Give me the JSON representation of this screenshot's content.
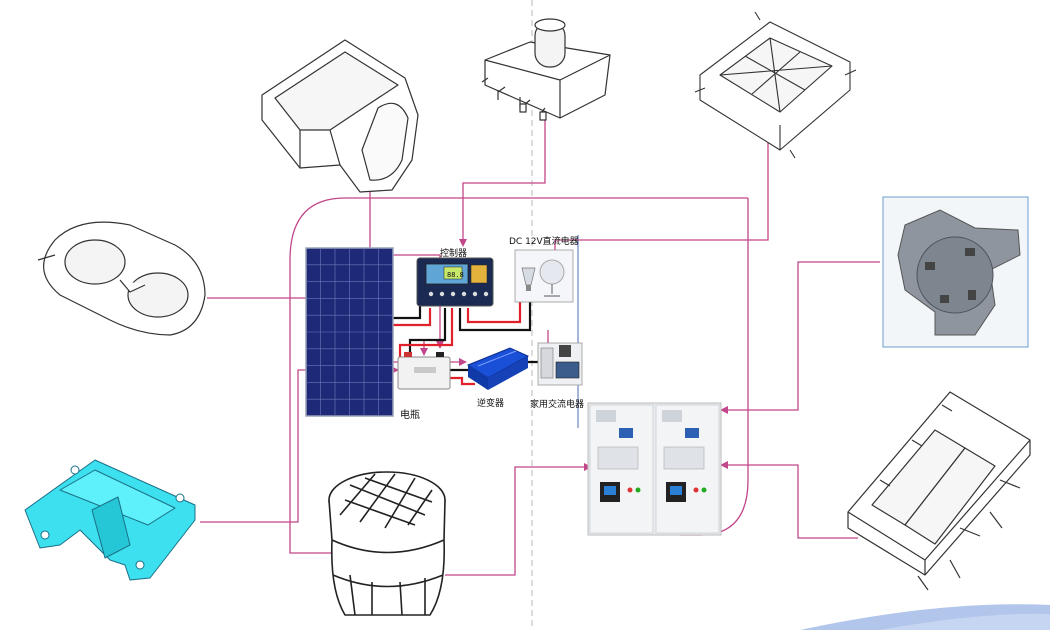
{
  "labels": {
    "controller": "控制器",
    "dc_load": "DC 12V直流电器",
    "battery": "电瓶",
    "inverter": "逆变器",
    "ac_load": "家用交流电器",
    "lcd_reading": "88.8"
  },
  "colors": {
    "connector": "#c2468a",
    "outline": "#333333",
    "panel": "#1e2a78",
    "cyan_part": "#3ce0ef",
    "cabinet": "#e9ecef",
    "red_wire": "#e0202a",
    "black_wire": "#111111",
    "inverter_blue": "#1a4fd8",
    "corner_swoosh": "#9fb7e6"
  },
  "icons": [
    "tray-part-icon",
    "connector-block-part-icon",
    "square-frame-part-icon",
    "oval-holder-part-icon",
    "three-arm-metal-part-icon",
    "cyan-bracket-part-icon",
    "round-grid-part-icon",
    "slotted-frame-part-icon",
    "solar-panel-icon",
    "charge-controller-icon",
    "dc-lamp-icon",
    "battery-icon",
    "inverter-icon",
    "ac-appliance-icon",
    "switchgear-cabinet-icon"
  ]
}
